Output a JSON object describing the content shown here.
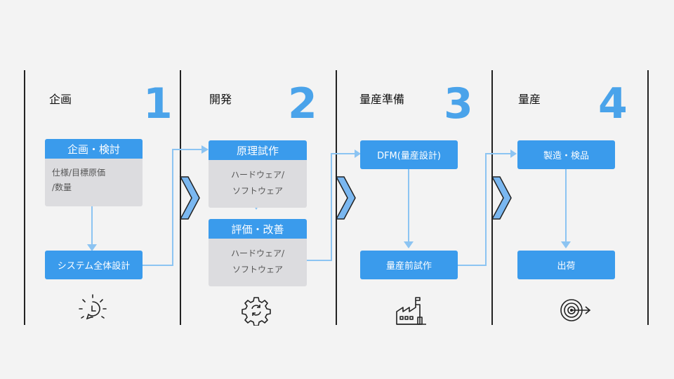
{
  "stages": [
    {
      "title": "企画",
      "number": "1"
    },
    {
      "title": "開発",
      "number": "2"
    },
    {
      "title": "量産準備",
      "number": "3"
    },
    {
      "title": "量産",
      "number": "4"
    }
  ],
  "stage1": {
    "card_title": "企画・検討",
    "card_text_1": "仕様/目標原価",
    "card_text_2": "/数量",
    "bottom_box": "システム全体設計"
  },
  "stage2": {
    "card1_title": "原理試作",
    "card1_text_1": "ハードウェア/",
    "card1_text_2": "ソフトウェア",
    "card2_title": "評価・改善",
    "card2_text_1": "ハードウェア/",
    "card2_text_2": "ソフトウェア"
  },
  "stage3": {
    "top_box": "DFM(量産設計)",
    "bottom_box": "量産前試作"
  },
  "stage4": {
    "top_box": "製造・検品",
    "bottom_box": "出荷"
  },
  "icons": [
    "lightbulb-icon",
    "gear-icon",
    "factory-icon",
    "target-icon"
  ],
  "colors": {
    "accent": "#3a9bec",
    "number": "#4aa3ea",
    "connector": "#8cc4f2",
    "panel": "#dcdcdf",
    "background": "#f3f3f3"
  }
}
